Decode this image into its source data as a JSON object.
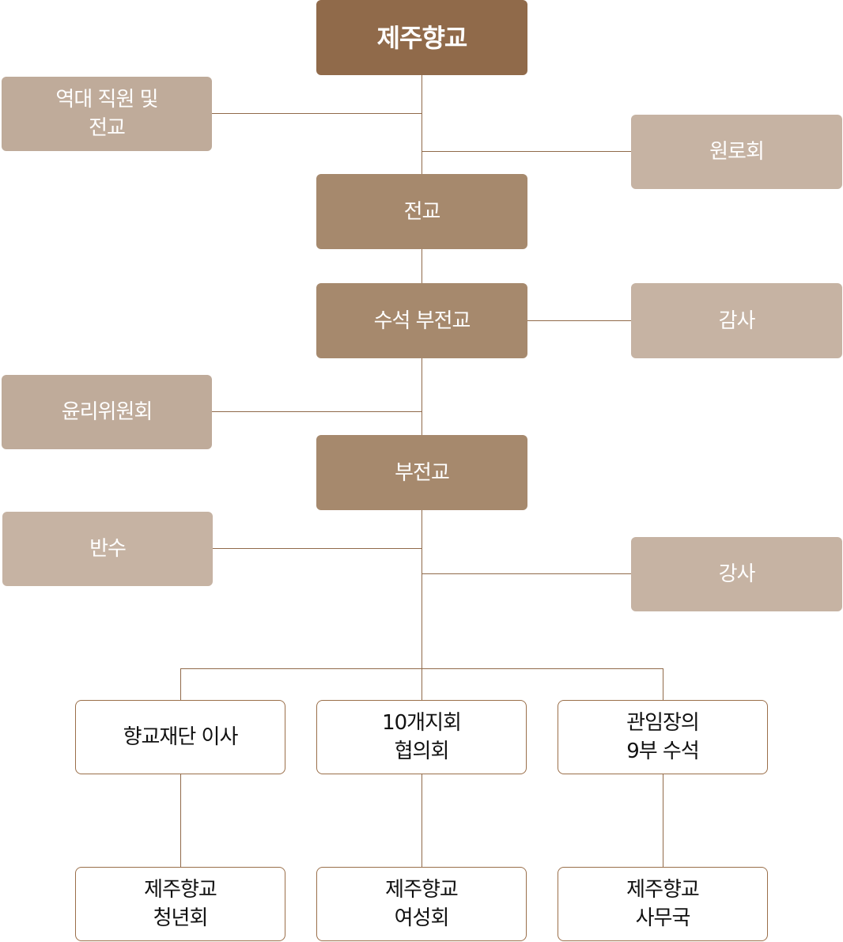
{
  "org": {
    "root": "제주향교",
    "past_staff": "역대 직원 및\n전교",
    "elders": "원로회",
    "jeongyo": "전교",
    "chief_vice": "수석 부전교",
    "auditor": "감사",
    "ethics": "윤리위원회",
    "vice": "부전교",
    "bansu": "반수",
    "lecturer": "강사",
    "foundation": "향교재단 이사",
    "branches": "10개지회\n협의회",
    "ceremony": "관임장의\n9부 수석",
    "youth": "제주향교\n청년회",
    "women": "제주향교\n여성회",
    "secretariat": "제주향교\n사무국"
  },
  "colors": {
    "primary": "#906a4a",
    "mid": "#a6896d",
    "light_left": "#bfab9a",
    "light_right": "#c6b3a3"
  }
}
